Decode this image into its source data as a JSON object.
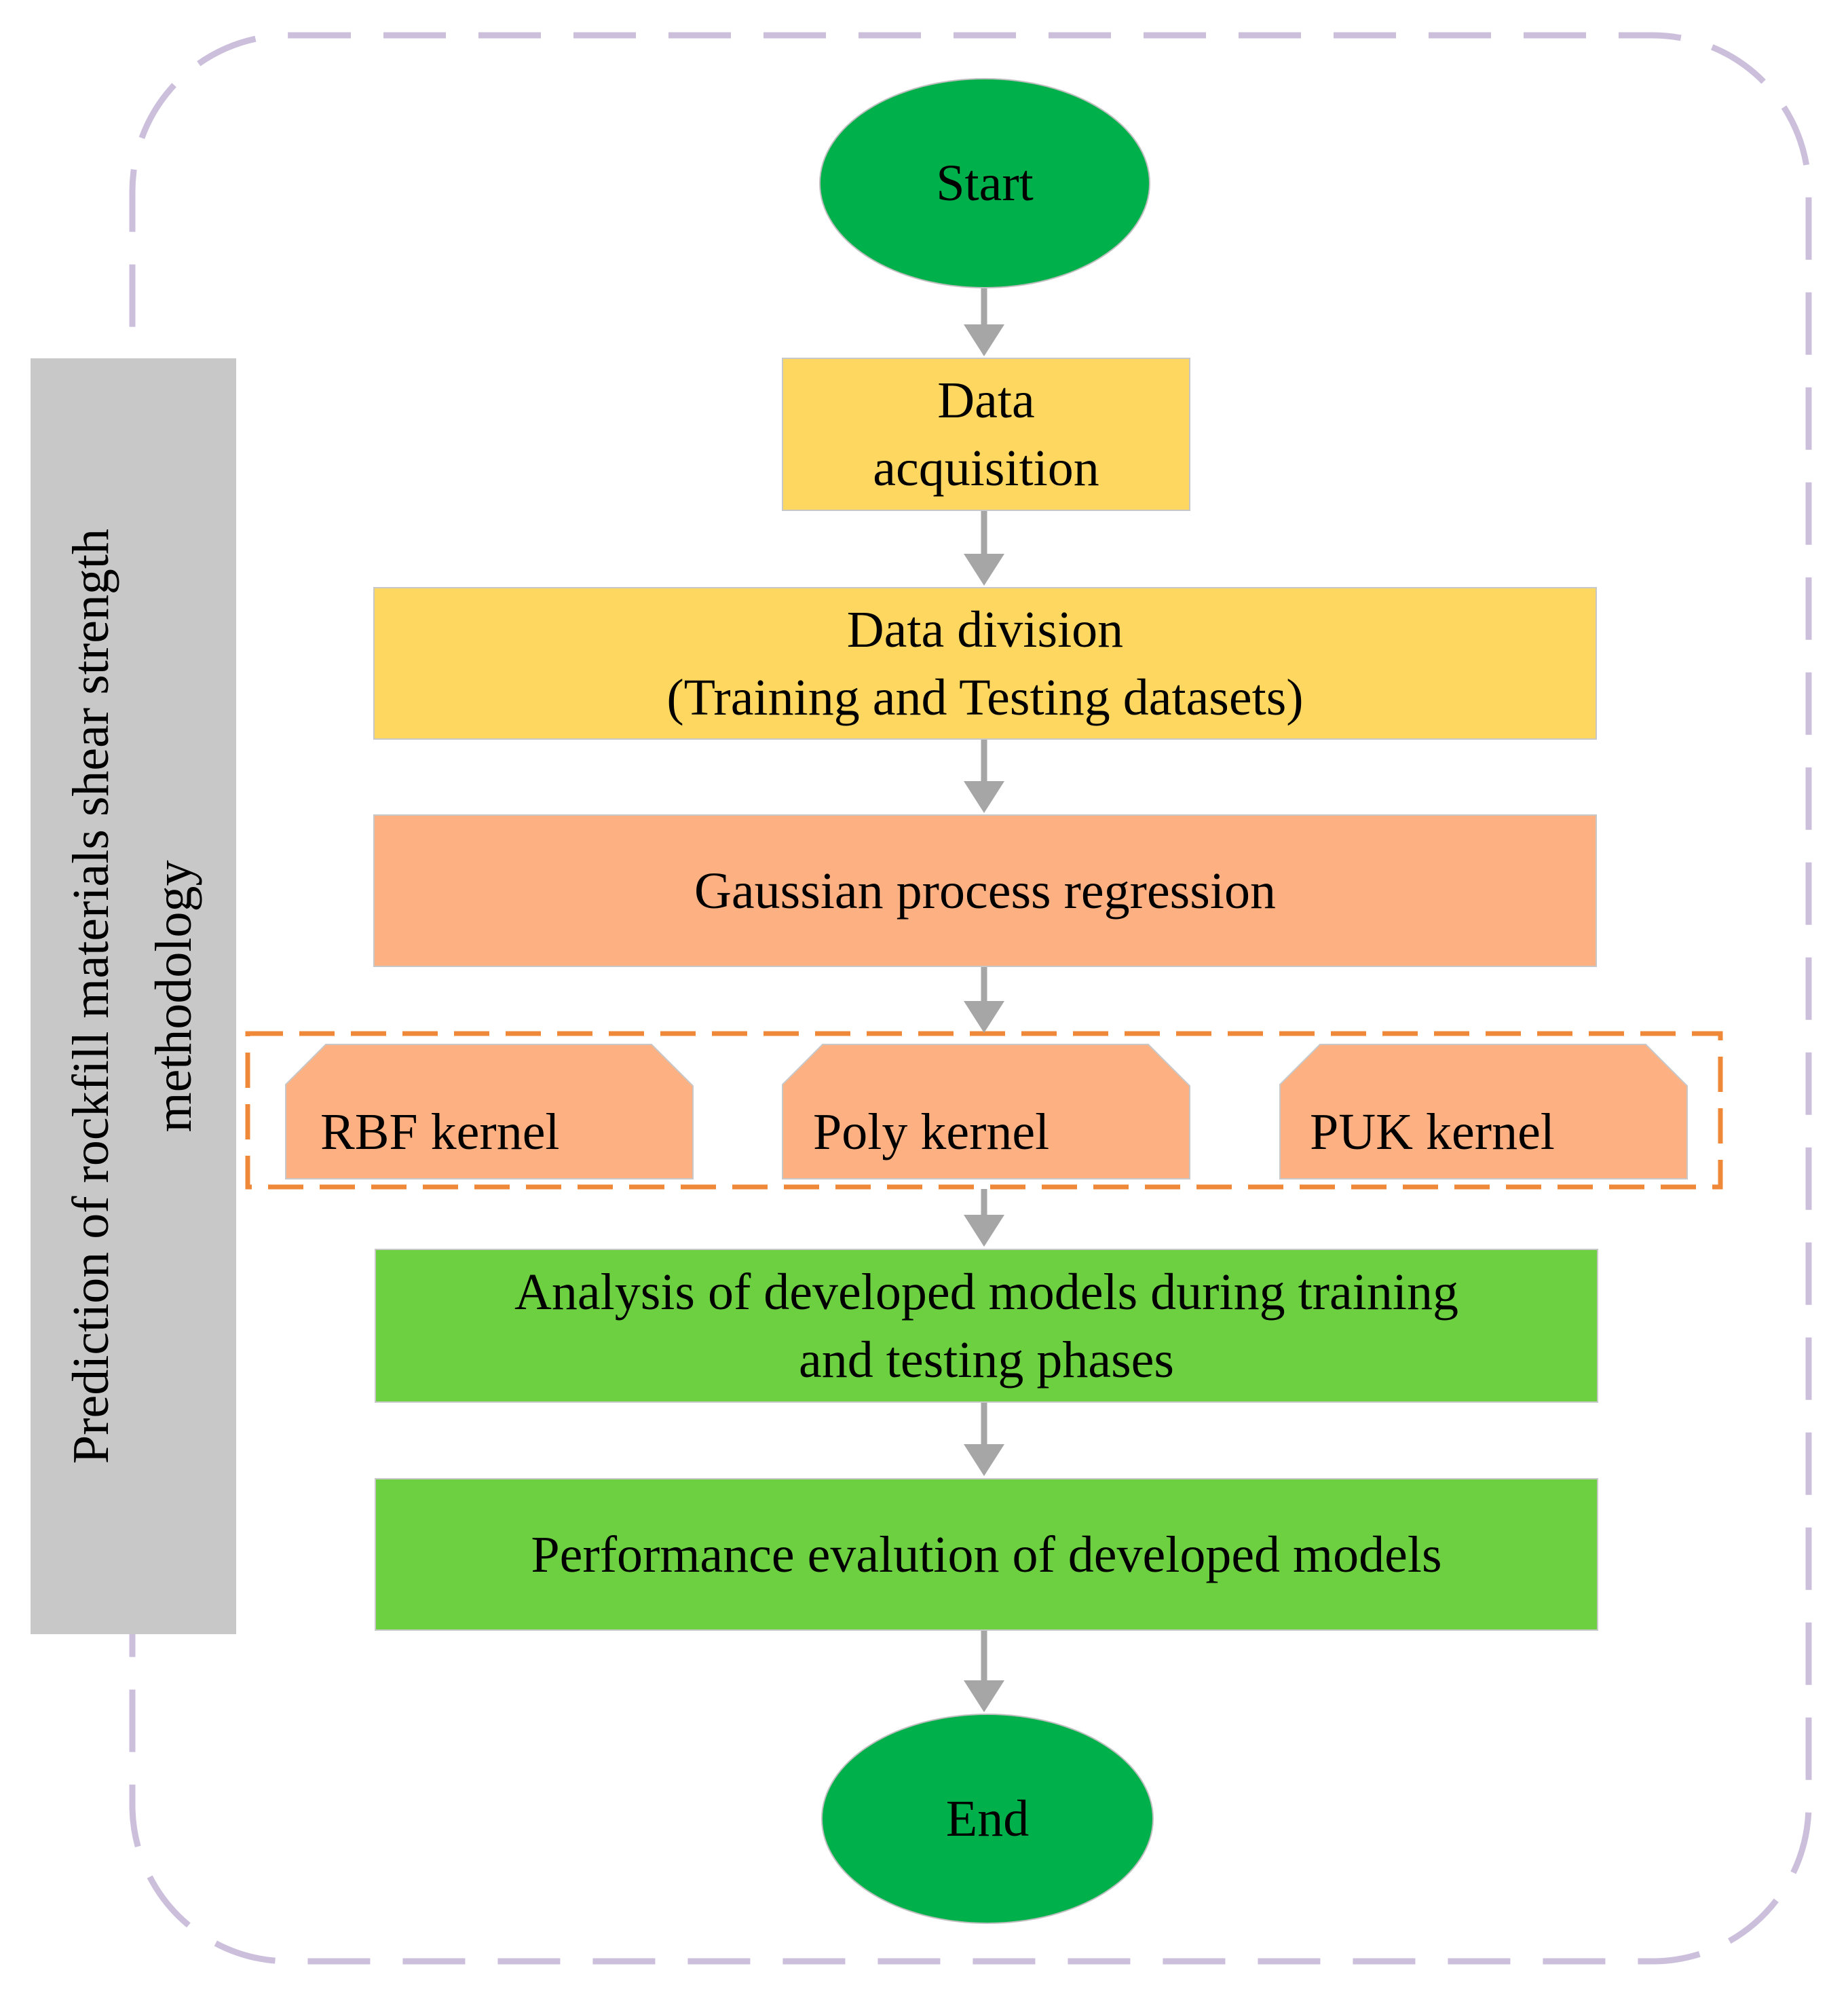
{
  "side_label": {
    "line1": "Prediction of rockfill materials shear strength",
    "line2": "methodology"
  },
  "steps": {
    "start": "Start",
    "data_acquisition": [
      "Data",
      "acquisition"
    ],
    "data_division": [
      "Data division",
      "(Training and Testing datasets)"
    ],
    "gpr": "Gaussian process regression",
    "kernels": [
      "RBF kernel",
      "Poly kernel",
      "PUK kernel"
    ],
    "analysis": [
      "Analysis of developed models during training",
      "and testing phases"
    ],
    "performance": "Performance evalution of developed models",
    "end": "End"
  },
  "colors": {
    "terminal": "#00b04a",
    "data_step": "#fdd75f",
    "model_step": "#fdb182",
    "evaluation_step": "#6dd041",
    "side_panel": "#c8c8c8",
    "outer_border": "#cbbfdc",
    "kernel_group_border": "#f0883a",
    "arrow": "#a6a6a6"
  }
}
